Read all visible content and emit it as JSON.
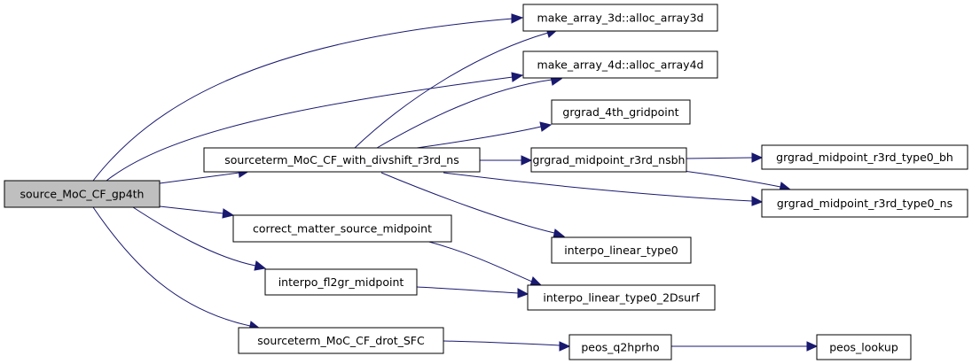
{
  "colors": {
    "edge": "#191970",
    "node_border": "#000000",
    "node_fill": "#ffffff",
    "root_fill": "#bfbfbf"
  },
  "nodes": {
    "root": "source_MoC_CF_gp4th",
    "alloc3d": "make_array_3d::alloc_array3d",
    "alloc4d": "make_array_4d::alloc_array4d",
    "grgrad4th": "grgrad_4th_gridpoint",
    "divshift": "sourceterm_MoC_CF_with_divshift_r3rd_ns",
    "nsbh": "grgrad_midpoint_r3rd_nsbh",
    "type0bh": "grgrad_midpoint_r3rd_type0_bh",
    "type0ns": "grgrad_midpoint_r3rd_type0_ns",
    "corrmatter": "correct_matter_source_midpoint",
    "lintype0": "interpo_linear_type0",
    "fl2gr": "interpo_fl2gr_midpoint",
    "lin2d": "interpo_linear_type0_2Dsurf",
    "drot": "sourceterm_MoC_CF_drot_SFC",
    "peosq": "peos_q2hprho",
    "peoslookup": "peos_lookup"
  }
}
